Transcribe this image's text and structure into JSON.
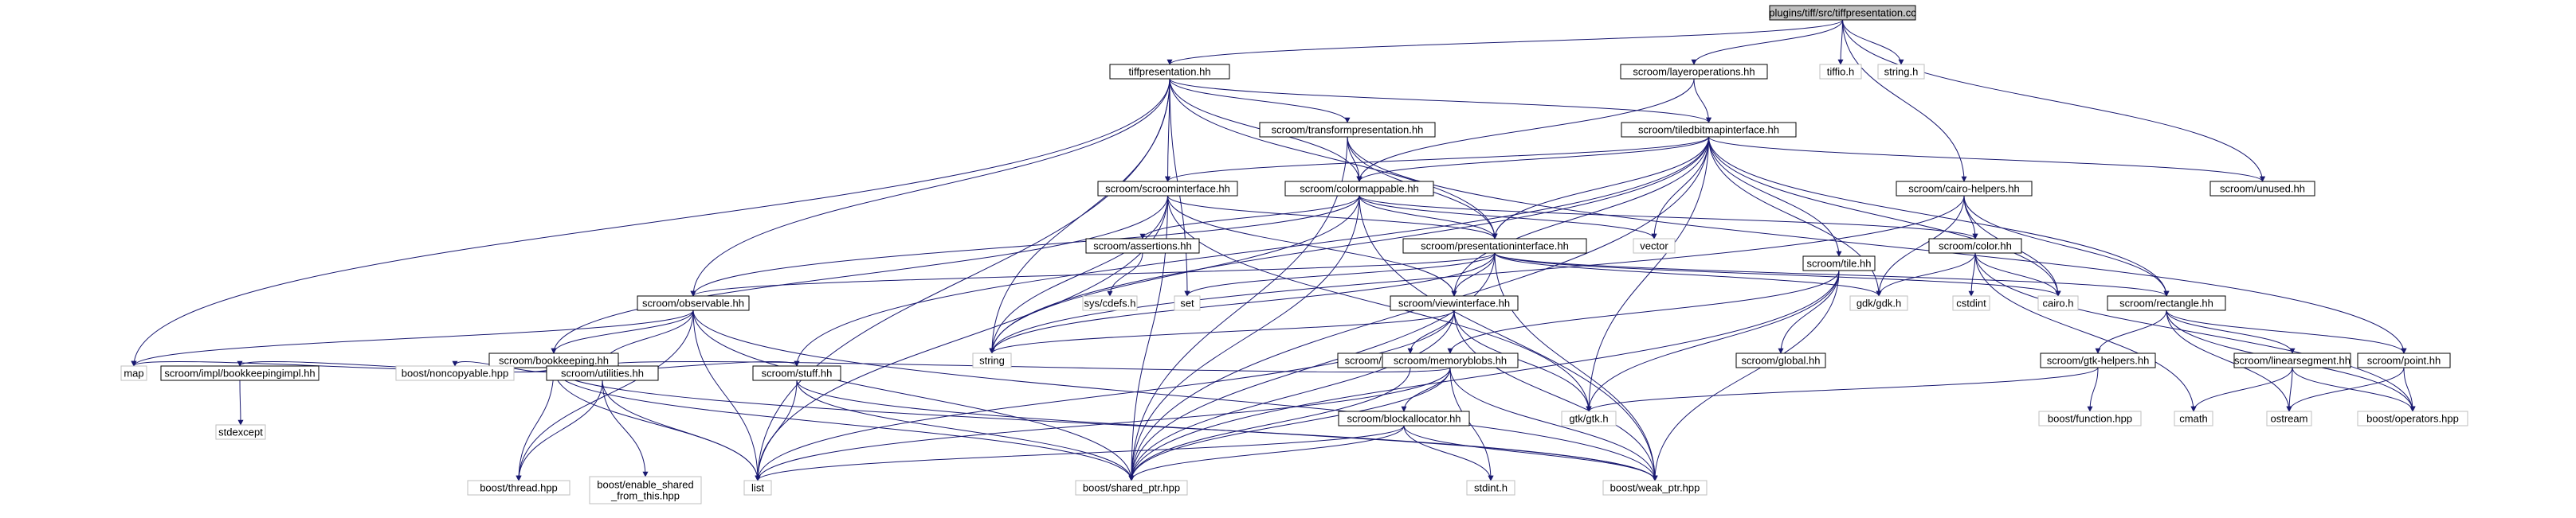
{
  "colors": {
    "edge": "#191970",
    "root_fill": "#bfbfbf",
    "node_fill": "#ffffff",
    "node_border": "#000000",
    "external_border": "#bfbfbf",
    "text": "#000000"
  },
  "nodes": [
    {
      "id": "root",
      "label": "plugins/tiff/src/tiffpresentation.cc",
      "kind": "root"
    },
    {
      "id": "tiffpres",
      "label": "tiffpresentation.hh",
      "kind": "header"
    },
    {
      "id": "layerops",
      "label": "scroom/layeroperations.hh",
      "kind": "header"
    },
    {
      "id": "tiffio",
      "label": "tiffio.h",
      "kind": "external"
    },
    {
      "id": "stringh",
      "label": "string.h",
      "kind": "external"
    },
    {
      "id": "transformpres",
      "label": "scroom/transformpresentation.hh",
      "kind": "header"
    },
    {
      "id": "tiledbitmap",
      "label": "scroom/tiledbitmapinterface.hh",
      "kind": "header"
    },
    {
      "id": "unused",
      "label": "scroom/unused.hh",
      "kind": "header"
    },
    {
      "id": "scroominterface",
      "label": "scroom/scroominterface.hh",
      "kind": "header"
    },
    {
      "id": "colormappable",
      "label": "scroom/colormappable.hh",
      "kind": "header"
    },
    {
      "id": "cairohelpers",
      "label": "scroom/cairo-helpers.hh",
      "kind": "header"
    },
    {
      "id": "assertions",
      "label": "scroom/assertions.hh",
      "kind": "header"
    },
    {
      "id": "presinterface",
      "label": "scroom/presentationinterface.hh",
      "kind": "header"
    },
    {
      "id": "vector",
      "label": "vector",
      "kind": "external"
    },
    {
      "id": "color",
      "label": "scroom/color.hh",
      "kind": "header"
    },
    {
      "id": "observable",
      "label": "scroom/observable.hh",
      "kind": "header"
    },
    {
      "id": "syscdefs",
      "label": "sys/cdefs.h",
      "kind": "external"
    },
    {
      "id": "set",
      "label": "set",
      "kind": "external"
    },
    {
      "id": "viewinterface",
      "label": "scroom/viewinterface.hh",
      "kind": "header"
    },
    {
      "id": "tile",
      "label": "scroom/tile.hh",
      "kind": "header"
    },
    {
      "id": "gdk",
      "label": "gdk/gdk.h",
      "kind": "external"
    },
    {
      "id": "cstdint",
      "label": "cstdint",
      "kind": "external"
    },
    {
      "id": "cairoh",
      "label": "cairo.h",
      "kind": "external"
    },
    {
      "id": "rectangle",
      "label": "scroom/rectangle.hh",
      "kind": "header"
    },
    {
      "id": "string",
      "label": "string",
      "kind": "external"
    },
    {
      "id": "progress",
      "label": "scroom/progressinterface.hh",
      "kind": "header"
    },
    {
      "id": "global",
      "label": "scroom/global.hh",
      "kind": "header"
    },
    {
      "id": "bookkeeping",
      "label": "scroom/bookkeeping.hh",
      "kind": "header"
    },
    {
      "id": "memoryblobs",
      "label": "scroom/memoryblobs.hh",
      "kind": "header"
    },
    {
      "id": "gtkhelpers",
      "label": "scroom/gtk-helpers.hh",
      "kind": "header"
    },
    {
      "id": "linearsegment",
      "label": "scroom/linearsegment.hh",
      "kind": "header"
    },
    {
      "id": "point",
      "label": "scroom/point.hh",
      "kind": "header"
    },
    {
      "id": "map",
      "label": "map",
      "kind": "external"
    },
    {
      "id": "bkimpl",
      "label": "scroom/impl/bookkeepingimpl.hh",
      "kind": "header"
    },
    {
      "id": "noncopyable",
      "label": "boost/noncopyable.hpp",
      "kind": "external"
    },
    {
      "id": "utilities",
      "label": "scroom/utilities.hh",
      "kind": "header"
    },
    {
      "id": "stuff",
      "label": "scroom/stuff.hh",
      "kind": "header"
    },
    {
      "id": "blockalloc",
      "label": "scroom/blockallocator.hh",
      "kind": "header"
    },
    {
      "id": "gtkh",
      "label": "gtk/gtk.h",
      "kind": "external"
    },
    {
      "id": "boostfunction",
      "label": "boost/function.hpp",
      "kind": "external"
    },
    {
      "id": "cmath",
      "label": "cmath",
      "kind": "external"
    },
    {
      "id": "ostream",
      "label": "ostream",
      "kind": "external"
    },
    {
      "id": "boostops",
      "label": "boost/operators.hpp",
      "kind": "external"
    },
    {
      "id": "stdexcept",
      "label": "stdexcept",
      "kind": "external"
    },
    {
      "id": "thread",
      "label": "boost/thread.hpp",
      "kind": "external"
    },
    {
      "id": "enableshared",
      "label": "boost/enable_shared\n_from_this.hpp",
      "kind": "external"
    },
    {
      "id": "list",
      "label": "list",
      "kind": "external"
    },
    {
      "id": "sharedptr",
      "label": "boost/shared_ptr.hpp",
      "kind": "external"
    },
    {
      "id": "stdinth",
      "label": "stdint.h",
      "kind": "external"
    },
    {
      "id": "weakptr",
      "label": "boost/weak_ptr.hpp",
      "kind": "external"
    }
  ],
  "edges": [
    [
      "root",
      "tiffpres"
    ],
    [
      "root",
      "layerops"
    ],
    [
      "root",
      "tiffio"
    ],
    [
      "root",
      "stringh"
    ],
    [
      "root",
      "cairohelpers"
    ],
    [
      "root",
      "unused"
    ],
    [
      "tiffpres",
      "tiledbitmap"
    ],
    [
      "tiffpres",
      "transformpres"
    ],
    [
      "tiffpres",
      "scroominterface"
    ],
    [
      "tiffpres",
      "colormappable"
    ],
    [
      "tiffpres",
      "presinterface"
    ],
    [
      "tiffpres",
      "observable"
    ],
    [
      "tiffpres",
      "map"
    ],
    [
      "tiffpres",
      "list"
    ],
    [
      "tiffpres",
      "set"
    ],
    [
      "tiffpres",
      "string"
    ],
    [
      "layerops",
      "tiledbitmap"
    ],
    [
      "layerops",
      "colormappable"
    ],
    [
      "transformpres",
      "colormappable"
    ],
    [
      "transformpres",
      "presinterface"
    ],
    [
      "transformpres",
      "point"
    ],
    [
      "transformpres",
      "sharedptr"
    ],
    [
      "tiledbitmap",
      "scroominterface"
    ],
    [
      "tiledbitmap",
      "colormappable"
    ],
    [
      "tiledbitmap",
      "presinterface"
    ],
    [
      "tiledbitmap",
      "viewinterface"
    ],
    [
      "tiledbitmap",
      "tile"
    ],
    [
      "tiledbitmap",
      "vector"
    ],
    [
      "tiledbitmap",
      "unused"
    ],
    [
      "tiledbitmap",
      "cairoh"
    ],
    [
      "tiledbitmap",
      "gdk"
    ],
    [
      "tiledbitmap",
      "rectangle"
    ],
    [
      "tiledbitmap",
      "stuff"
    ],
    [
      "tiledbitmap",
      "gtkh"
    ],
    [
      "tiledbitmap",
      "sharedptr"
    ],
    [
      "tiledbitmap",
      "string"
    ],
    [
      "scroominterface",
      "presinterface"
    ],
    [
      "scroominterface",
      "viewinterface"
    ],
    [
      "scroominterface",
      "bookkeeping"
    ],
    [
      "scroominterface",
      "string"
    ],
    [
      "scroominterface",
      "sharedptr"
    ],
    [
      "scroominterface",
      "list"
    ],
    [
      "scroominterface",
      "gtkh"
    ],
    [
      "colormappable",
      "assertions"
    ],
    [
      "colormappable",
      "presinterface"
    ],
    [
      "colormappable",
      "color"
    ],
    [
      "colormappable",
      "observable"
    ],
    [
      "colormappable",
      "vector"
    ],
    [
      "colormappable",
      "sharedptr"
    ],
    [
      "colormappable",
      "string"
    ],
    [
      "colormappable",
      "weakptr"
    ],
    [
      "cairohelpers",
      "color"
    ],
    [
      "cairohelpers",
      "rectangle"
    ],
    [
      "cairohelpers",
      "cairoh"
    ],
    [
      "cairohelpers",
      "gdk"
    ],
    [
      "cairohelpers",
      "string"
    ],
    [
      "assertions",
      "syscdefs"
    ],
    [
      "presinterface",
      "observable"
    ],
    [
      "presinterface",
      "viewinterface"
    ],
    [
      "presinterface",
      "rectangle"
    ],
    [
      "presinterface",
      "set"
    ],
    [
      "presinterface",
      "gdk"
    ],
    [
      "presinterface",
      "cairoh"
    ],
    [
      "presinterface",
      "sharedptr"
    ],
    [
      "presinterface",
      "string"
    ],
    [
      "presinterface",
      "weakptr"
    ],
    [
      "color",
      "cstdint"
    ],
    [
      "color",
      "cmath"
    ],
    [
      "color",
      "gdk"
    ],
    [
      "color",
      "cairoh"
    ],
    [
      "color",
      "boostops"
    ],
    [
      "observable",
      "bookkeeping"
    ],
    [
      "observable",
      "utilities"
    ],
    [
      "observable",
      "list"
    ],
    [
      "observable",
      "map"
    ],
    [
      "observable",
      "sharedptr"
    ],
    [
      "observable",
      "weakptr"
    ],
    [
      "observable",
      "thread"
    ],
    [
      "viewinterface",
      "progress"
    ],
    [
      "viewinterface",
      "gtkh"
    ],
    [
      "viewinterface",
      "sharedptr"
    ],
    [
      "viewinterface",
      "string"
    ],
    [
      "viewinterface",
      "weakptr"
    ],
    [
      "viewinterface",
      "list"
    ],
    [
      "tile",
      "memoryblobs"
    ],
    [
      "tile",
      "global"
    ],
    [
      "tile",
      "gtkh"
    ],
    [
      "tile",
      "sharedptr"
    ],
    [
      "tile",
      "weakptr"
    ],
    [
      "rectangle",
      "gtkhelpers"
    ],
    [
      "rectangle",
      "linearsegment"
    ],
    [
      "rectangle",
      "point"
    ],
    [
      "rectangle",
      "ostream"
    ],
    [
      "rectangle",
      "boostops"
    ],
    [
      "progress",
      "sharedptr"
    ],
    [
      "bookkeeping",
      "map"
    ],
    [
      "bookkeeping",
      "bkimpl"
    ],
    [
      "bookkeeping",
      "noncopyable"
    ],
    [
      "bookkeeping",
      "utilities"
    ],
    [
      "bookkeeping",
      "stuff"
    ],
    [
      "bookkeeping",
      "sharedptr"
    ],
    [
      "bookkeeping",
      "weakptr"
    ],
    [
      "bookkeeping",
      "list"
    ],
    [
      "bookkeeping",
      "thread"
    ],
    [
      "memoryblobs",
      "blockalloc"
    ],
    [
      "memoryblobs",
      "utilities"
    ],
    [
      "memoryblobs",
      "sharedptr"
    ],
    [
      "memoryblobs",
      "weakptr"
    ],
    [
      "memoryblobs",
      "list"
    ],
    [
      "memoryblobs",
      "stdinth"
    ],
    [
      "gtkhelpers",
      "boostfunction"
    ],
    [
      "gtkhelpers",
      "gtkh"
    ],
    [
      "linearsegment",
      "cmath"
    ],
    [
      "linearsegment",
      "ostream"
    ],
    [
      "linearsegment",
      "boostops"
    ],
    [
      "point",
      "ostream"
    ],
    [
      "point",
      "boostops"
    ],
    [
      "bkimpl",
      "stdexcept"
    ],
    [
      "utilities",
      "thread"
    ],
    [
      "utilities",
      "enableshared"
    ],
    [
      "utilities",
      "list"
    ],
    [
      "stuff",
      "sharedptr"
    ],
    [
      "stuff",
      "weakptr"
    ],
    [
      "stuff",
      "list"
    ],
    [
      "blockalloc",
      "sharedptr"
    ],
    [
      "blockalloc",
      "weakptr"
    ],
    [
      "blockalloc",
      "list"
    ],
    [
      "blockalloc",
      "stdinth"
    ]
  ]
}
